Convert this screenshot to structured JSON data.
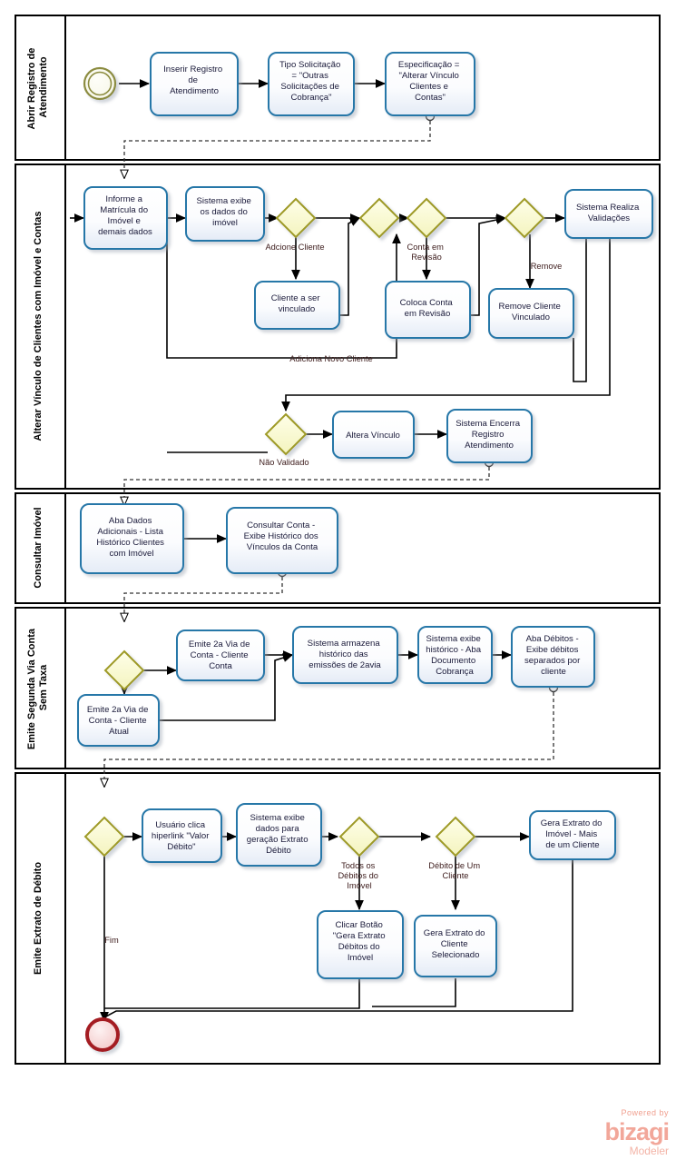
{
  "diagram": {
    "title": "Alterar Vinculo de Clientes com Imovel e Contas",
    "colors": {
      "task_border": "#2677A8",
      "task_fill_top": "#FFFFFF",
      "task_fill_bottom": "#E8EEF7",
      "gateway_border": "#9E9A28",
      "gateway_fill": "#FAFAD2",
      "start_event": "#8C8C3F",
      "end_event": "#A41B21",
      "lane_border": "#000000",
      "flow_line": "#000000",
      "label_text": "#402020",
      "brand": "#F2A79A"
    }
  },
  "lanes": [
    {
      "id": "lane1",
      "label": "Abrir Registro de Atendimento"
    },
    {
      "id": "lane2",
      "label": "Alterar Vínculo de Clientes com Imóvel e Contas"
    },
    {
      "id": "lane3",
      "label": "Consultar Imóvel"
    },
    {
      "id": "lane4",
      "label": "Emite Segunda Via Conta Sem Taxa"
    },
    {
      "id": "lane5",
      "label": "Emite Extrato de Débito"
    }
  ],
  "nodes": {
    "start_event": {
      "type": "start-event",
      "label": ""
    },
    "t1": {
      "type": "task",
      "lines": [
        "Inserir Registro",
        "de",
        "Atendimento"
      ]
    },
    "t2": {
      "type": "task",
      "lines": [
        "Tipo Solicitação",
        "= \"Outras",
        "Solicitações de",
        "Cobrança\""
      ]
    },
    "t3": {
      "type": "task",
      "lines": [
        "Especificação =",
        "\"Alterar Vínculo",
        "Clientes e",
        "Contas\""
      ]
    },
    "t4": {
      "type": "task",
      "lines": [
        "Informe a",
        "Matrícula do",
        "Imóvel e",
        "demais dados"
      ]
    },
    "t5": {
      "type": "task",
      "lines": [
        "Sistema exibe",
        "os dados do",
        "imóvel"
      ]
    },
    "g1": {
      "type": "gateway",
      "label": "Adcione Cliente"
    },
    "t6": {
      "type": "task",
      "lines": [
        "Cliente a ser",
        "vinculado"
      ]
    },
    "g2": {
      "type": "gateway",
      "label": ""
    },
    "g3": {
      "type": "gateway",
      "label": "Conta em Revisão"
    },
    "t7": {
      "type": "task",
      "lines": [
        "Coloca Conta",
        "em Revisão"
      ]
    },
    "g4": {
      "type": "gateway",
      "label": "Remove"
    },
    "t8": {
      "type": "task",
      "lines": [
        "Remove Cliente",
        "Vinculado"
      ]
    },
    "t9": {
      "type": "task",
      "lines": [
        "Sistema Realiza",
        "Validações"
      ]
    },
    "g5": {
      "type": "gateway",
      "label": "Não Validado"
    },
    "t10": {
      "type": "task",
      "lines": [
        "Altera Vínculo"
      ]
    },
    "t11": {
      "type": "task",
      "lines": [
        "Sistema Encerra",
        "Registro",
        "Atendimento"
      ]
    },
    "t12": {
      "type": "task",
      "lines": [
        "Aba Dados",
        "Adicionais - Lista",
        "Histórico Clientes",
        "com Imóvel"
      ]
    },
    "t13": {
      "type": "task",
      "lines": [
        "Consultar Conta -",
        "Exibe Histórico dos",
        "Vínculos da Conta"
      ]
    },
    "g6": {
      "type": "gateway",
      "label": ""
    },
    "t14": {
      "type": "task",
      "lines": [
        "Emite 2a Via de",
        "Conta - Cliente",
        "Conta"
      ]
    },
    "t15": {
      "type": "task",
      "lines": [
        "Emite 2a Via de",
        "Conta - Cliente",
        "Atual"
      ]
    },
    "t16": {
      "type": "task",
      "lines": [
        "Sistema armazena",
        "histórico das",
        "emissões de 2avia"
      ]
    },
    "t17": {
      "type": "task",
      "lines": [
        "Sistema exibe",
        "histórico - Aba",
        "Documento",
        "Cobrança"
      ]
    },
    "t18": {
      "type": "task",
      "lines": [
        "Aba Débitos -",
        "Exibe débitos",
        "separados por",
        "cliente"
      ]
    },
    "g7": {
      "type": "gateway",
      "label": ""
    },
    "t19": {
      "type": "task",
      "lines": [
        "Usuário clica",
        "hiperlink \"Valor",
        "Débito\""
      ]
    },
    "t20": {
      "type": "task",
      "lines": [
        "Sistema exibe",
        "dados para",
        "geração Extrato",
        "Débito"
      ]
    },
    "g8": {
      "type": "gateway",
      "label": "Todos os Débitos do Imóvel"
    },
    "t21": {
      "type": "task",
      "lines": [
        "Clicar Botão",
        "\"Gera Extrato",
        "Débitos do",
        "Imóvel"
      ]
    },
    "g9": {
      "type": "gateway",
      "label": "Débito de Um Cliente"
    },
    "t22": {
      "type": "task",
      "lines": [
        "Gera Extrato do",
        "Cliente",
        "Selecionado"
      ]
    },
    "t23": {
      "type": "task",
      "lines": [
        "Gera Extrato do",
        "Imóvel - Mais",
        "de um Cliente"
      ]
    },
    "end_event": {
      "type": "end-event",
      "label": "Fim"
    }
  },
  "flow_labels": {
    "adcione_cliente": "Adcione Cliente",
    "adiciona_novo_cliente": "Adiciona Novo Cliente",
    "conta_em_revisao_l1": "Conta em",
    "conta_em_revisao_l2": "Revisão",
    "remove": "Remove",
    "nao_validado": "Não Validado",
    "todos_os_debitos_l1": "Todos os",
    "todos_os_debitos_l2": "Débitos do",
    "todos_os_debitos_l3": "Imóvel",
    "debito_um_cliente_l1": "Débito de Um",
    "debito_um_cliente_l2": "Cliente",
    "fim": "Fim"
  },
  "branding": {
    "powered_by": "Powered by",
    "name": "bizagi",
    "product": "Modeler"
  }
}
